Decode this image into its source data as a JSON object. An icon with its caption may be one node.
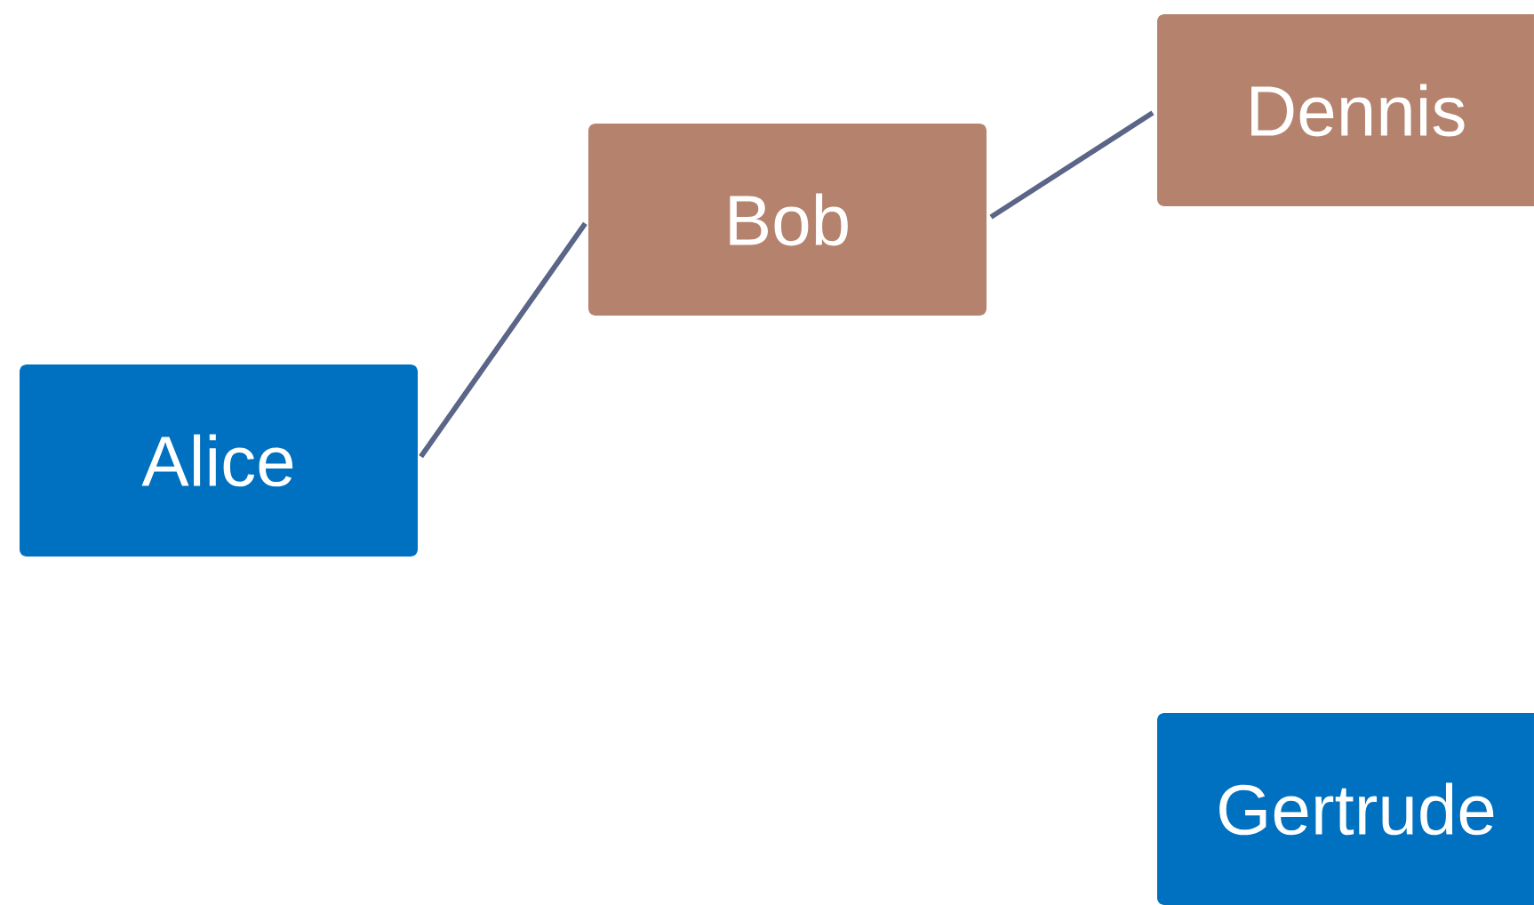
{
  "diagram": {
    "nodes": [
      {
        "text": [
          "Alice"
        ]
      },
      {
        "text": [
          "Bob"
        ]
      },
      {
        "text": [
          "Dennis"
        ]
      },
      {
        "text": [
          "Gertrude"
        ]
      }
    ],
    "edges": [
      {
        "from": 0,
        "to": 1,
        "arrow": "none"
      },
      {
        "from": 1,
        "to": 2,
        "arrow": "none"
      }
    ]
  }
}
